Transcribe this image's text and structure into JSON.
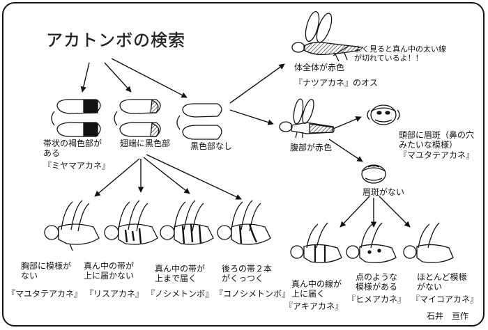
{
  "title": "アカトンボの検索",
  "wing_types": [
    {
      "label_lines": [
        "帯状の褐色部が",
        "ある"
      ],
      "species": "『ミヤマアカネ』"
    },
    {
      "label_lines": [
        "翅端に黒色部"
      ],
      "species": ""
    },
    {
      "label_lines": [
        "黒色部なし"
      ],
      "species": ""
    }
  ],
  "whole_red": {
    "label": "体全体が赤色",
    "note_lines": [
      "よく見ると真ん中の太い線",
      "が切れているよ！！"
    ],
    "species": "『ナツアカネ』のオス"
  },
  "abdomen_red": {
    "label": "腹部が赤色"
  },
  "brow_spot": {
    "label_lines": [
      "頭部に眉斑（鼻の穴",
      "みたいな模様）"
    ],
    "species": "『マユタテアカネ』"
  },
  "no_brow": {
    "label": "眉斑がない"
  },
  "thorax_species": [
    {
      "label_lines": [
        "胸部に模様が",
        "ない"
      ],
      "species": "『マユタテアカネ』"
    },
    {
      "label_lines": [
        "真ん中の帯が",
        "上に届かない"
      ],
      "species": "『リスアカネ』"
    },
    {
      "label_lines": [
        "真ん中の帯が",
        "上まで届く"
      ],
      "species": "『ノシメトンボ』"
    },
    {
      "label_lines": [
        "後ろの帯２本",
        "がくっつく"
      ],
      "species": "『コノシメトンボ』"
    }
  ],
  "nobrow_species": [
    {
      "label_lines": [
        "真ん中の線が",
        "上に届く"
      ],
      "species": "『アキアカネ』"
    },
    {
      "label_lines": [
        "点のような",
        "模様がある"
      ],
      "species": "『ヒメアカネ』"
    },
    {
      "label_lines": [
        "ほとんど模様",
        "がない"
      ],
      "species": "『マイコアカネ』"
    }
  ],
  "author": "石井　亘作"
}
